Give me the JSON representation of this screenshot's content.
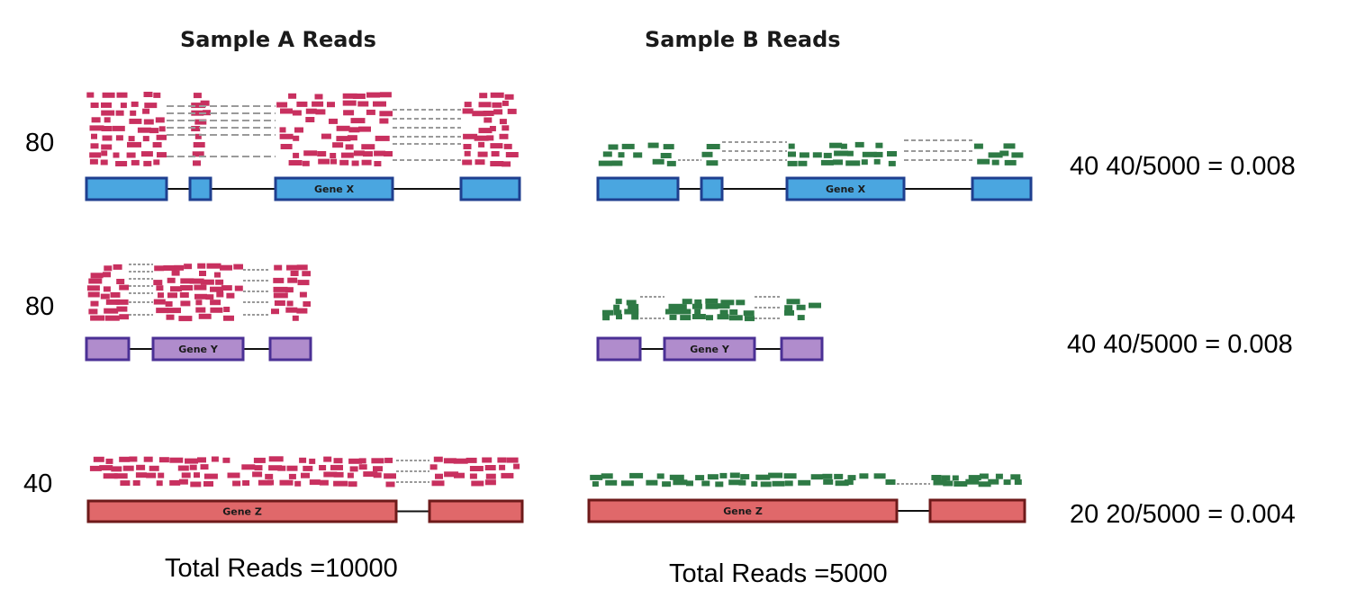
{
  "headers": {
    "sample_a": "Sample A Reads",
    "sample_b": "Sample B Reads"
  },
  "colors": {
    "read_a": "#c8305f",
    "read_b": "#2e7a45",
    "gene_x_fill": "#4aa6e0",
    "gene_x_stroke": "#1f3f8f",
    "gene_y_fill": "#b08ccc",
    "gene_y_stroke": "#4b3095",
    "gene_z_fill": "#e0686a",
    "gene_z_stroke": "#6e1a1a"
  },
  "genes": [
    {
      "name": "Gene X",
      "count_a": "80",
      "count_b": "40",
      "norm_b": "40/5000 = 0.008"
    },
    {
      "name": "Gene Y",
      "count_a": "80",
      "count_b": "40",
      "norm_b": "40/5000 = 0.008"
    },
    {
      "name": "Gene Z",
      "count_a": "40",
      "count_b": "20",
      "norm_b": "20/5000 = 0.004"
    }
  ],
  "totals": {
    "sample_a": "Total Reads =10000",
    "sample_b": "Total Reads =5000"
  }
}
